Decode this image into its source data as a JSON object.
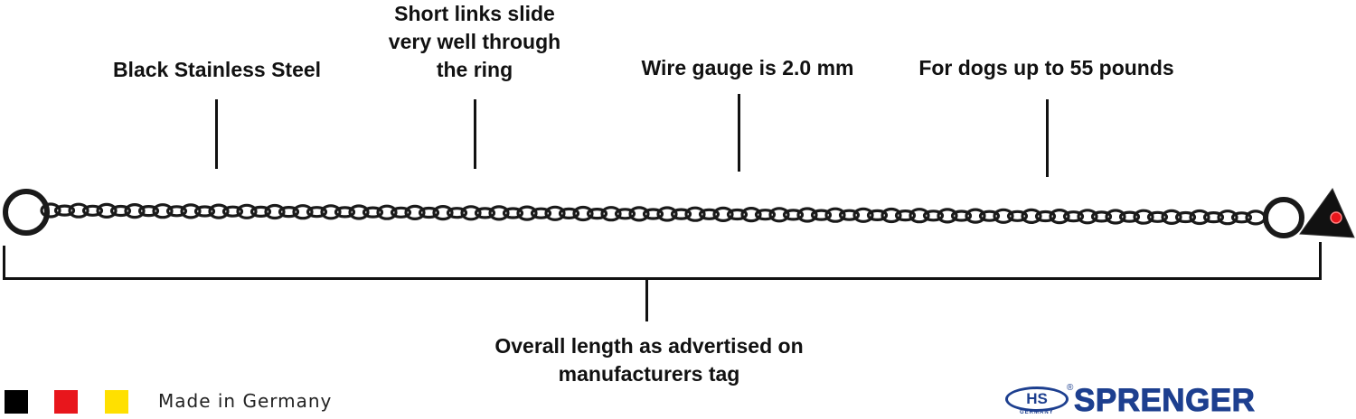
{
  "labels": {
    "material": "Black Stainless Steel",
    "links": "Short links slide\nvery well through\nthe ring",
    "gauge": "Wire gauge is 2.0 mm",
    "dogs": "For dogs up to 55 pounds",
    "length": "Overall length as advertised on\nmanufacturers tag"
  },
  "footer": {
    "made_in": "Made in Germany",
    "flag_colors": [
      "#000000",
      "#e8161c",
      "#ffe000"
    ]
  },
  "logo": {
    "badge": "HS",
    "badge_sub": "GERMANY",
    "brand": "SPRENGER",
    "color": "#1d3f8f"
  },
  "colors": {
    "chain": "#1a1a1a",
    "tag": "#111111",
    "gem": "#e8161c"
  }
}
